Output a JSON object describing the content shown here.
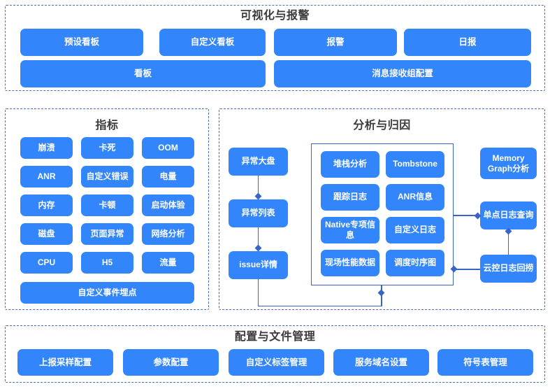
{
  "theme": {
    "button_fill": "#3385fb",
    "button_text": "#ffffff",
    "panel_border": "#4a6fb5",
    "inner_border": "#3d63c0",
    "connector": "#3a63c8",
    "title_text": "#3b3b3b",
    "background": "#ffffff"
  },
  "sections": {
    "visualization": {
      "title": "可视化与报警",
      "row1": [
        {
          "label": "预设看板"
        },
        {
          "label": "自定义看板"
        },
        {
          "label": "报警"
        },
        {
          "label": "日报"
        }
      ],
      "row2": [
        {
          "label": "看板"
        },
        {
          "label": "消息接收组配置"
        }
      ]
    },
    "metrics": {
      "title": "指标",
      "grid": [
        {
          "label": "崩溃"
        },
        {
          "label": "卡死"
        },
        {
          "label": "OOM"
        },
        {
          "label": "ANR"
        },
        {
          "label": "自定义错误"
        },
        {
          "label": "电量"
        },
        {
          "label": "内存"
        },
        {
          "label": "卡顿"
        },
        {
          "label": "启动体验"
        },
        {
          "label": "磁盘"
        },
        {
          "label": "页面异常"
        },
        {
          "label": "网络分析"
        },
        {
          "label": "CPU"
        },
        {
          "label": "H5"
        },
        {
          "label": "流量"
        }
      ],
      "full_width": {
        "label": "自定义事件埋点"
      }
    },
    "analysis": {
      "title": "分析与归因",
      "flow": [
        {
          "label": "异常大盘"
        },
        {
          "label": "异常列表"
        },
        {
          "label": "issue详情"
        }
      ],
      "detail_group": [
        {
          "label": "堆栈分析"
        },
        {
          "label": "Tombstone"
        },
        {
          "label": "跟踪日志"
        },
        {
          "label": "ANR信息"
        },
        {
          "label": "Native专项信息"
        },
        {
          "label": "自定义日志"
        },
        {
          "label": "现场性能数据"
        },
        {
          "label": "调度时序图"
        }
      ],
      "side": [
        {
          "label": "Memory Graph分析"
        },
        {
          "label": "单点日志查询"
        },
        {
          "label": "云控日志回捞"
        }
      ]
    },
    "configuration": {
      "title": "配置与文件管理",
      "items": [
        {
          "label": "上报采样配置"
        },
        {
          "label": "参数配置"
        },
        {
          "label": "自定义标签管理"
        },
        {
          "label": "服务域名设置"
        },
        {
          "label": "符号表管理"
        }
      ]
    }
  }
}
